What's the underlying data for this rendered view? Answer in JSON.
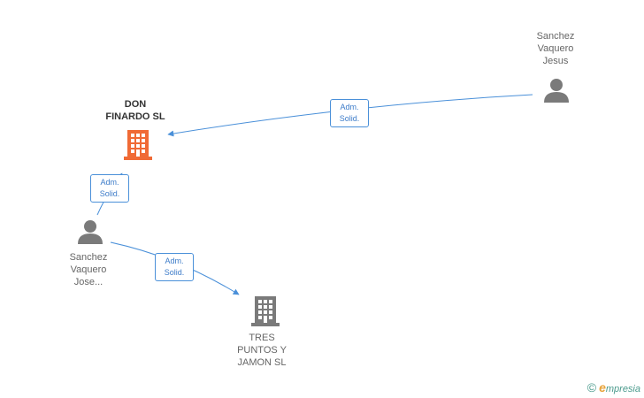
{
  "colors": {
    "company_highlight": "#f06a35",
    "company": "#7a7a7a",
    "person": "#7a7a7a",
    "edge": "#4a90d9"
  },
  "nodes": {
    "don_finardo": {
      "label": "DON\nFINARDO SL",
      "icon": "building-icon"
    },
    "sanchez_jesus": {
      "label": "Sanchez\nVaquero\nJesus",
      "icon": "person-icon"
    },
    "sanchez_jose": {
      "label": "Sanchez\nVaquero\nJose...",
      "icon": "person-icon"
    },
    "tres_puntos": {
      "label": "TRES\nPUNTOS Y\nJAMON SL",
      "icon": "building-icon"
    }
  },
  "edges": {
    "jesus_to_don": {
      "label": "Adm.\nSolid."
    },
    "jose_to_don": {
      "label": "Adm.\nSolid."
    },
    "jose_to_tres": {
      "label": "Adm.\nSolid."
    }
  },
  "brand": {
    "copyright": "©",
    "initial": "e",
    "name": "mpresia"
  }
}
